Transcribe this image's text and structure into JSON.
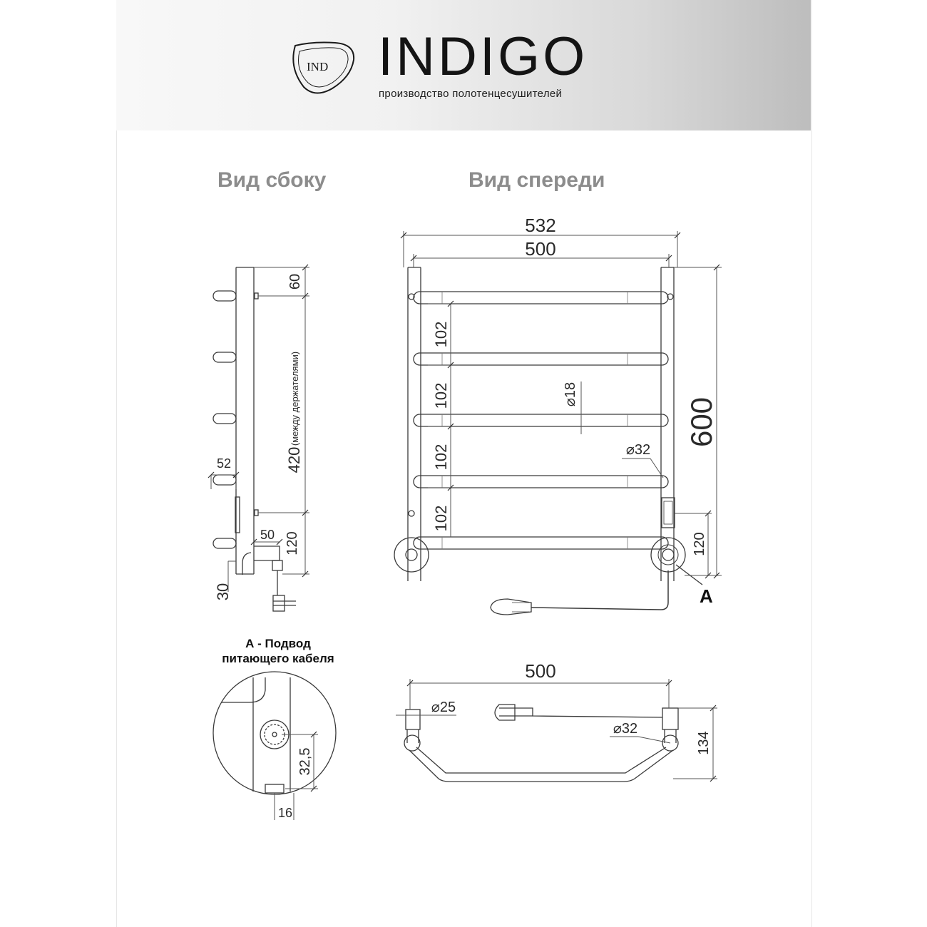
{
  "brand": {
    "logo_text": "IND",
    "name": "INDIGO",
    "tagline": "производство полотенцесушителей"
  },
  "views": {
    "side": "Вид сбоку",
    "front": "Вид спереди"
  },
  "detail": {
    "title_line1": "А - Подвод",
    "title_line2": "питающего кабеля",
    "callout": "A"
  },
  "dimensions": {
    "front_overall_width": "532",
    "front_width": "500",
    "front_height": "600",
    "rung_spacing": "102",
    "rung_diameter": "⌀18",
    "post_diameter": "⌀32",
    "front_bottom_offset": "120",
    "side_top_offset": "60",
    "side_holder_spacing": "420",
    "side_holder_note": "(между держателями)",
    "side_depth": "52",
    "side_cable_offset": "50",
    "side_bottom_offset": "120",
    "side_base": "30",
    "top_width": "500",
    "top_small_diameter": "⌀25",
    "top_post_diameter": "⌀32",
    "top_depth": "134",
    "detail_height": "32,5",
    "detail_width": "16"
  }
}
